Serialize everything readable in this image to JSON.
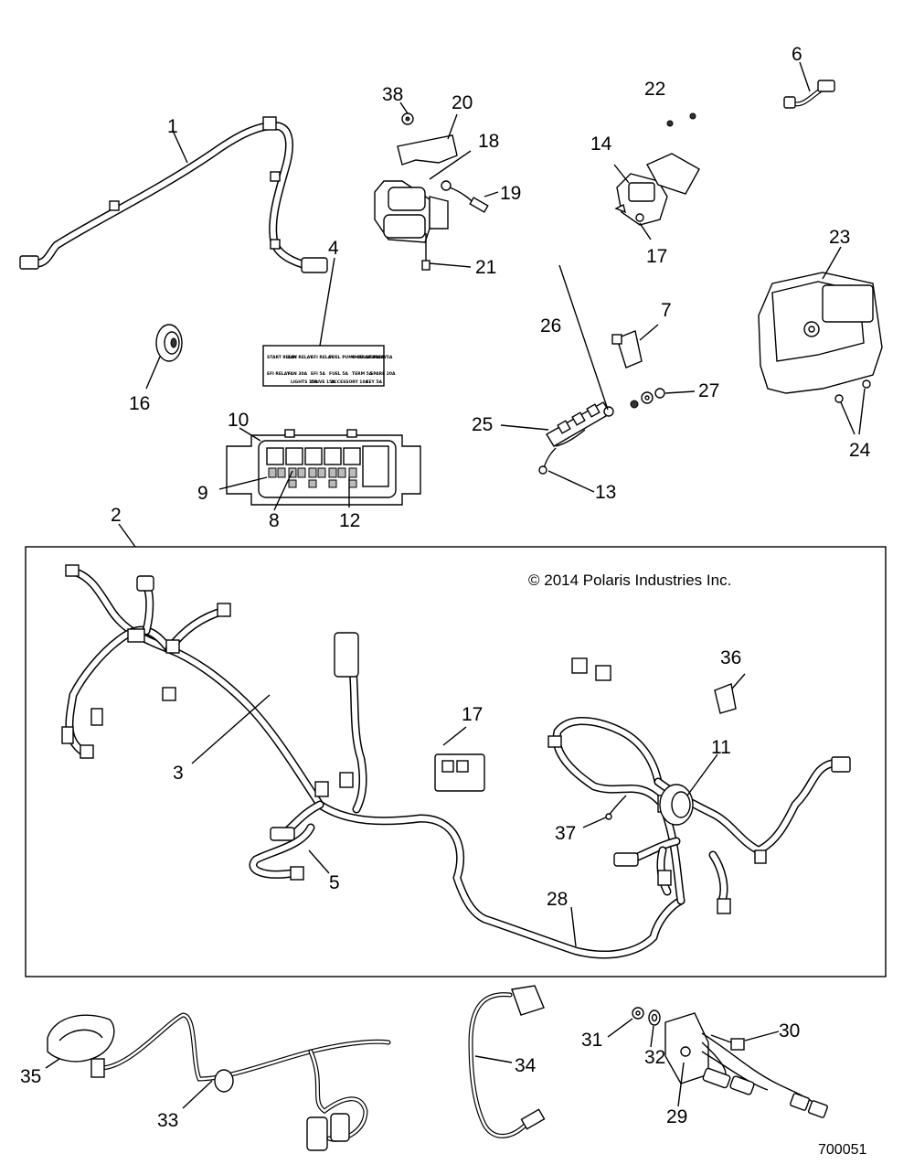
{
  "diagram": {
    "copyright": "© 2014 Polaris Industries Inc.",
    "document_number": "700051",
    "callouts": {
      "c1": "1",
      "c2": "2",
      "c3": "3",
      "c4": "4",
      "c5": "5",
      "c6": "6",
      "c7": "7",
      "c8": "8",
      "c9": "9",
      "c10": "10",
      "c11": "11",
      "c12": "12",
      "c13": "13",
      "c14": "14",
      "c16": "16",
      "c17a": "17",
      "c17b": "17",
      "c18": "18",
      "c19": "19",
      "c20": "20",
      "c21": "21",
      "c22": "22",
      "c23": "23",
      "c24": "24",
      "c25": "25",
      "c26": "26",
      "c27": "27",
      "c28": "28",
      "c29": "29",
      "c30": "30",
      "c31": "31",
      "c32": "32",
      "c33": "33",
      "c34": "34",
      "c35": "35",
      "c36": "36",
      "c37": "37",
      "c38": "38"
    },
    "decal_labels": [
      "START RELAY",
      "FAN RELAY",
      "EFI RELAY",
      "FUEL PUMP RELAY",
      "CHARGE RELAY",
      "SPARE 5A",
      "EFI RELAY",
      "FAN 30A",
      "EFI 5A",
      "FUEL 5A",
      "TERM 5A",
      "SPARE 20A",
      "",
      "",
      "LIGHTS 15A",
      "DRIVE 15A",
      "ACCESSORY 10A",
      "KEY 5A"
    ]
  }
}
